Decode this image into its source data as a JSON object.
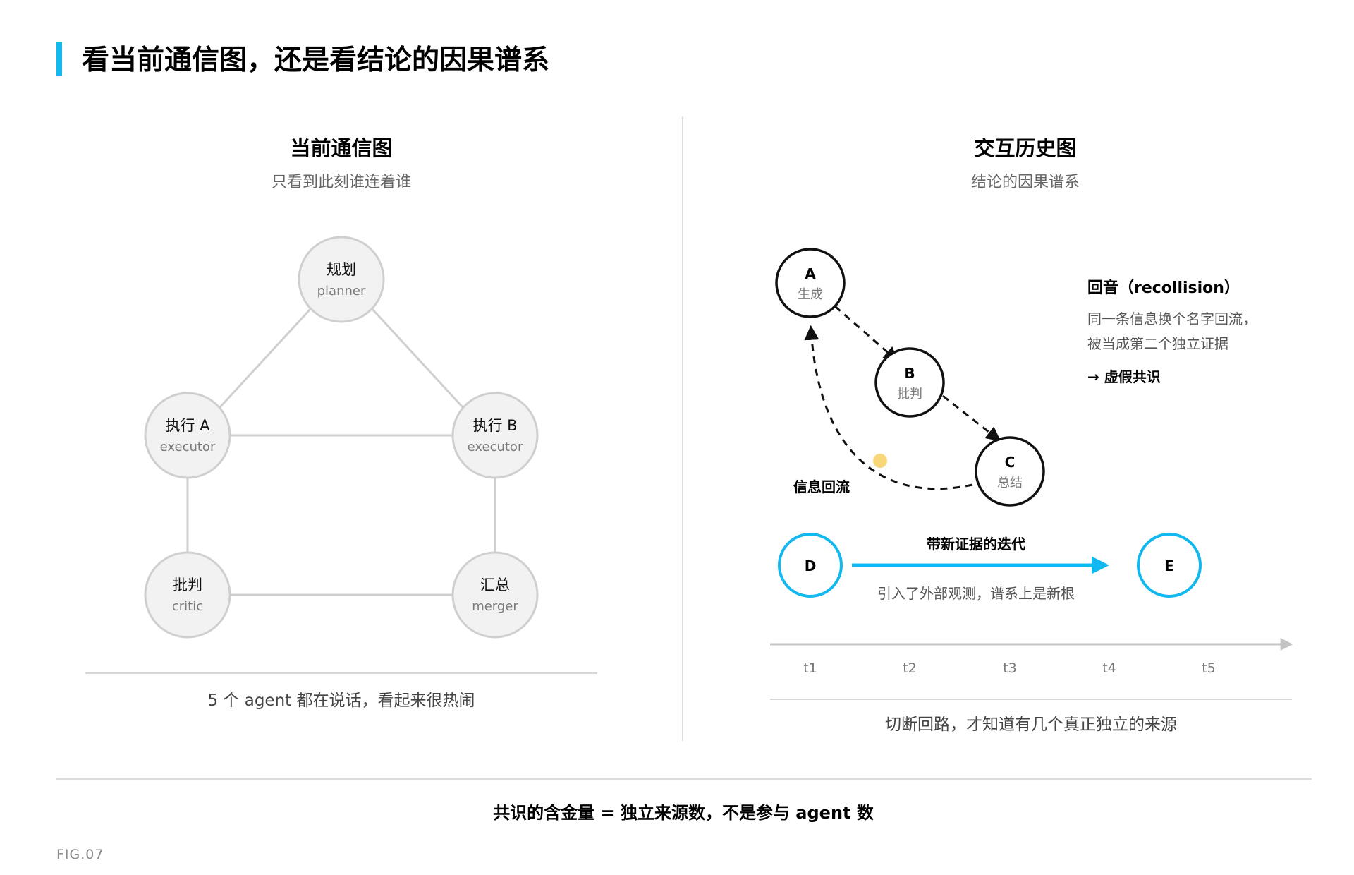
{
  "page": {
    "title": "看当前通信图，还是看结论的因果谱系",
    "accent_color": "#12b8f0",
    "bottom_statement": "共识的含金量 = 独立来源数，不是参与 agent 数",
    "fig_label": "FIG.07"
  },
  "left_panel": {
    "title": "当前通信图",
    "subtitle": "只看到此刻谁连着谁",
    "caption": "5 个 agent 都在说话，看起来很热闹",
    "nodes": {
      "planner": {
        "zh": "规划",
        "en": "planner"
      },
      "executor_a": {
        "zh": "执行 A",
        "en": "executor"
      },
      "executor_b": {
        "zh": "执行 B",
        "en": "executor"
      },
      "critic": {
        "zh": "批判",
        "en": "critic"
      },
      "merger": {
        "zh": "汇总",
        "en": "merger"
      }
    }
  },
  "right_panel": {
    "title": "交互历史图",
    "subtitle": "结论的因果谱系",
    "nodes": {
      "a": {
        "id": "A",
        "zh": "生成"
      },
      "b": {
        "id": "B",
        "zh": "批判"
      },
      "c": {
        "id": "C",
        "zh": "总结"
      },
      "d": {
        "id": "D"
      },
      "e": {
        "id": "E"
      }
    },
    "loop_label": "信息回流",
    "recollision": {
      "title": "回音（recollision）",
      "line1": "同一条信息换个名字回流，",
      "line2": "被当成第二个独立证据",
      "conclusion": "→ 虚假共识"
    },
    "iteration": {
      "label": "带新证据的迭代",
      "note": "引入了外部观测，谱系上是新根"
    },
    "timeline_ticks": [
      "t1",
      "t2",
      "t3",
      "t4",
      "t5"
    ],
    "caption": "切断回路，才知道有几个真正独立的来源"
  },
  "colors": {
    "accent": "#12b8f0",
    "echo_dot": "#f7d77a",
    "node_fill_left": "#f2f2f2",
    "node_stroke_left": "#cfcfcf",
    "edge_left": "#cfcfcf"
  }
}
